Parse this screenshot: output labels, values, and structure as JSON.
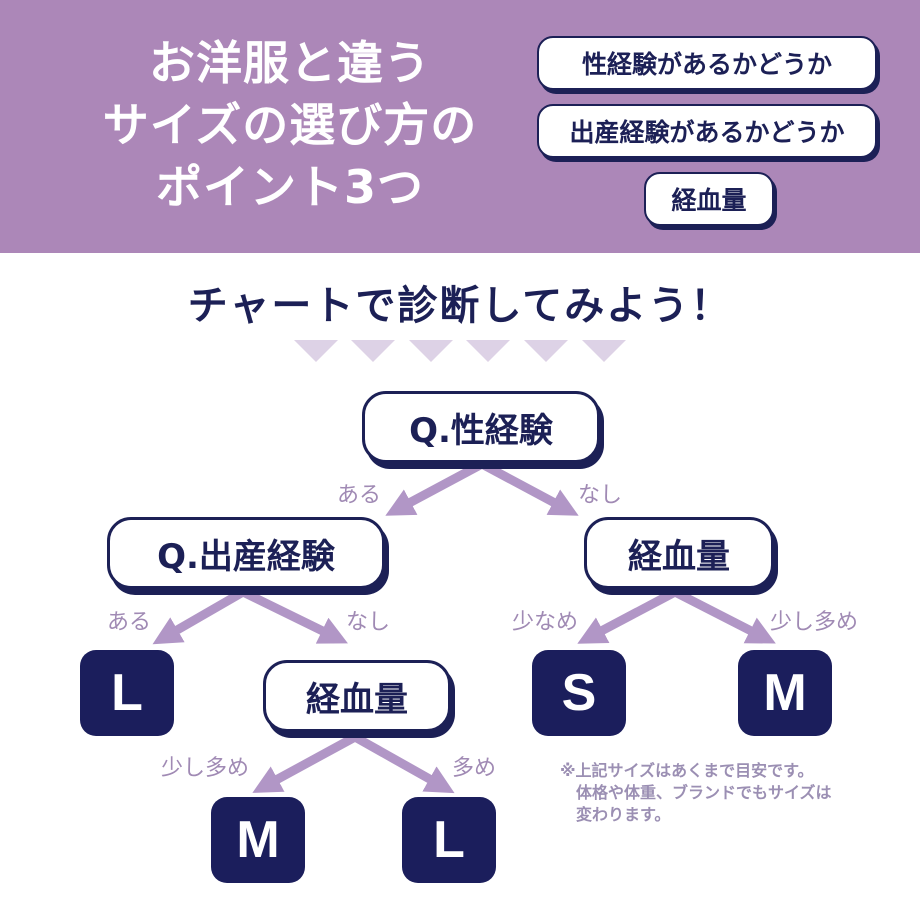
{
  "header": {
    "title_lines": [
      "お洋服と違う",
      "サイズの選び方の",
      "ポイント3つ"
    ],
    "points": [
      "性経験があるかどうか",
      "出産経験があるかどうか",
      "経血量"
    ]
  },
  "subtitle": "チャートで診断してみよう！",
  "chart": {
    "root": {
      "label": "Q.性経験",
      "yes_label": "ある",
      "no_label": "なし"
    },
    "birth": {
      "label": "Q.出産経験",
      "yes_label": "ある",
      "no_label": "なし",
      "yes_result": "L"
    },
    "flow_left": {
      "label": "経血量",
      "less_label": "少し多め",
      "more_label": "多め",
      "less_result": "M",
      "more_result": "L"
    },
    "flow_right": {
      "label": "経血量",
      "less_label": "少なめ",
      "more_label": "少し多め",
      "less_result": "S",
      "more_result": "M"
    }
  },
  "note": {
    "line1": "※上記サイズはあくまで目安です。",
    "line2": "体格や体重、ブランドでもサイズは",
    "line3": "変わります。"
  },
  "colors": {
    "header_bg": "#ac87b8",
    "navy": "#1c2056",
    "arrow": "#b196c6",
    "chevron": "#ddd2e6",
    "label": "#a08ab4"
  }
}
